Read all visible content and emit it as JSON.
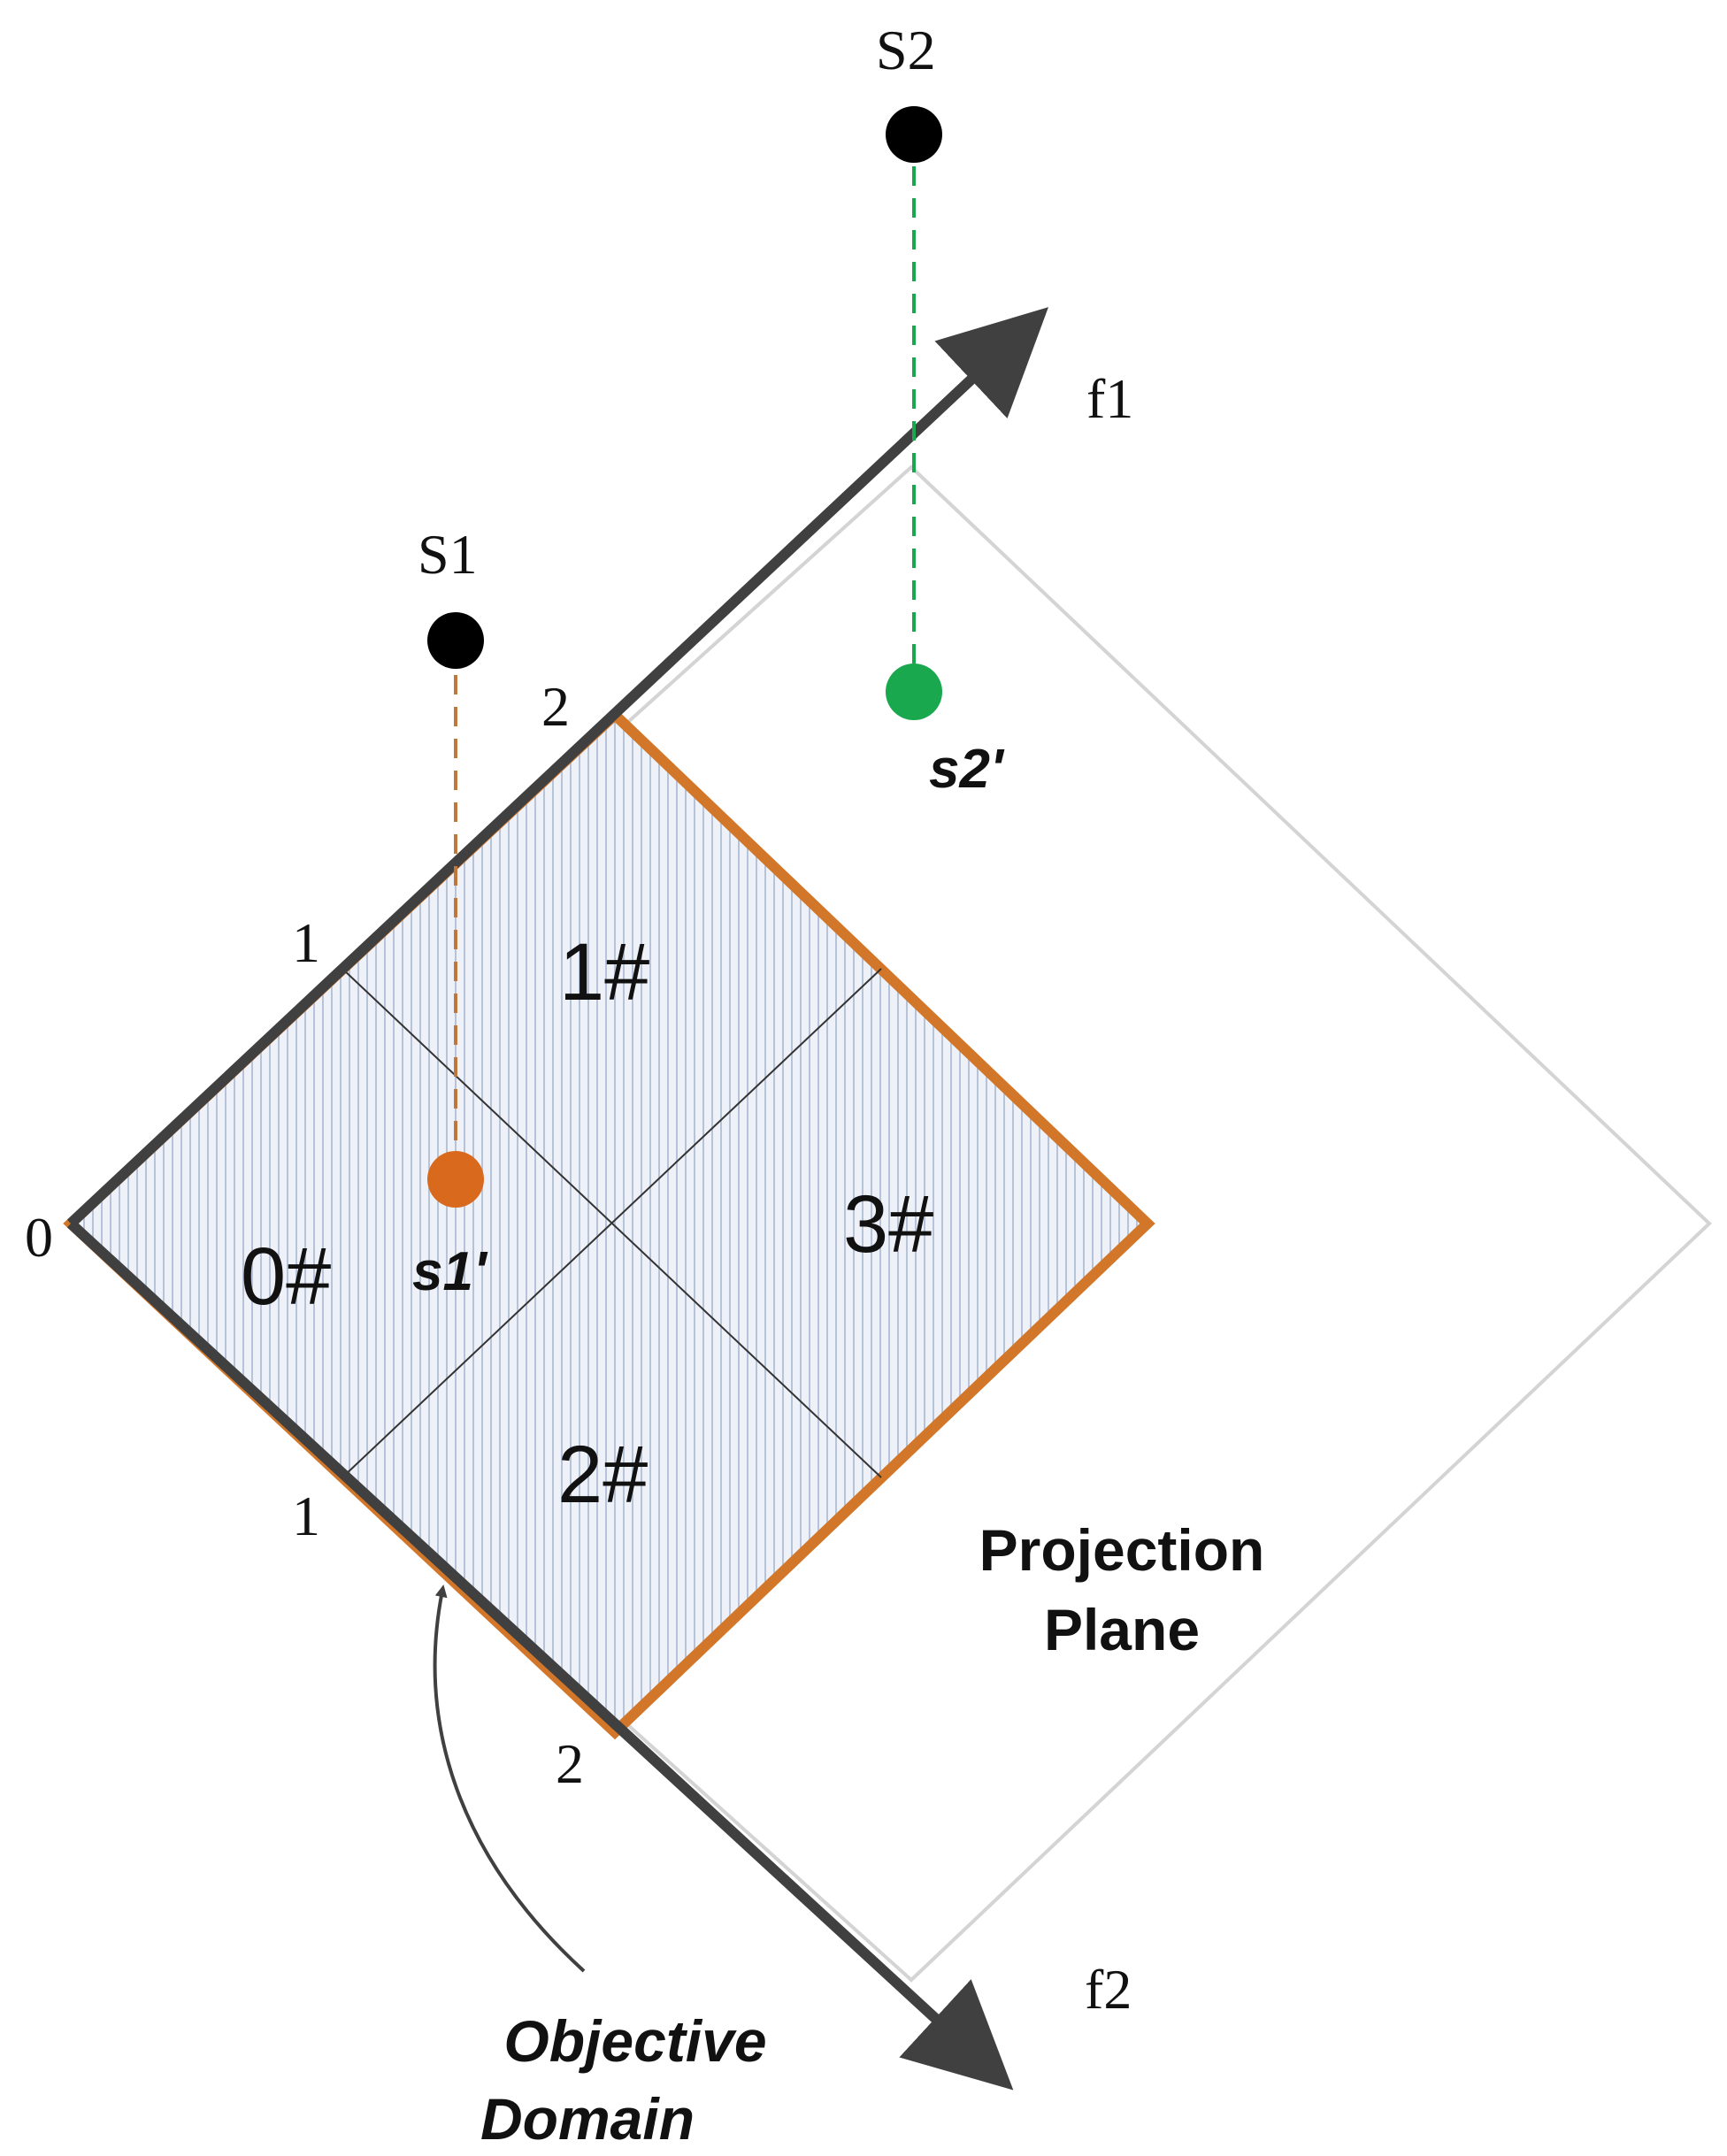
{
  "axes": {
    "f1": "f1",
    "f2": "f2"
  },
  "ticks": {
    "origin": "0",
    "f1_tick_1": "1",
    "f1_tick_2": "2",
    "f2_tick_1": "1",
    "f2_tick_2": "2"
  },
  "regions": [
    "0#",
    "1#",
    "2#",
    "3#"
  ],
  "points": {
    "s1": {
      "label": "S1",
      "projection_label": "s1'"
    },
    "s2": {
      "label": "S2",
      "projection_label": "s2'"
    }
  },
  "annotations": {
    "projection_plane_line1": "Projection",
    "projection_plane_line2": "Plane",
    "objective_domain_line1": "Objective",
    "objective_domain_line2": "Domain"
  },
  "colors": {
    "axis": "#404040",
    "domain_border": "#d2772a",
    "domain_fill": "#eef2f8",
    "hatch": "#b7c3d8",
    "s1_projection": "#d9691c",
    "s2_projection": "#19a84e",
    "point_original": "#000000",
    "plane_border": "#c8c8c8"
  }
}
